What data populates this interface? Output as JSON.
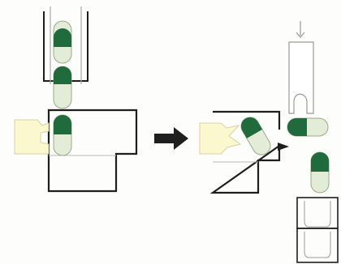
{
  "colors": {
    "background": "#fdfdfb",
    "outline": "#1e1e1e",
    "light_outline": "#9a9a9a",
    "capsule_dark": "#1f6b3c",
    "capsule_light": "#e3ecd6",
    "pusher_fill": "#fbf7cf",
    "pusher_stroke": "#d8d2a0",
    "arrow": "#1e1e1e"
  },
  "left_panel": {
    "hopper_capsules": 2,
    "chamber_capsules": 1
  },
  "right_panel": {
    "chamber_capsules": 1,
    "ejected_capsules": 2
  },
  "icons": {
    "process_arrow": "right-arrow-icon",
    "eject_arrow": "small-right-arrow-icon"
  }
}
